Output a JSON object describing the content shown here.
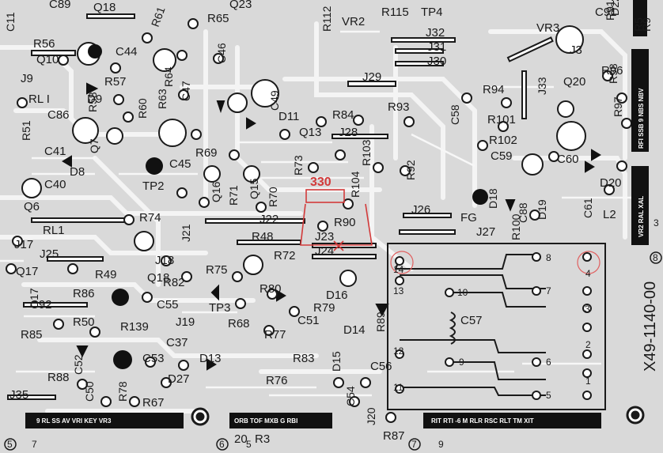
{
  "board": {
    "part_number": "X49-1140-00",
    "component_labels": [
      "C89",
      "Q18",
      "Q23",
      "R65",
      "VR2",
      "R112",
      "R115",
      "TP4",
      "VR3",
      "C91",
      "D22",
      "R5",
      "C11",
      "R56",
      "R61",
      "C44",
      "Q10",
      "J9",
      "R57",
      "J32",
      "J31",
      "J30",
      "J3",
      "R96",
      "D9",
      "R58",
      "R64",
      "C47",
      "C46",
      "J29",
      "R94",
      "J33",
      "Q20",
      "C86",
      "R60",
      "R63",
      "C49",
      "D11",
      "R84",
      "R93",
      "R101",
      "R98",
      "R97",
      "R51",
      "C41",
      "D8",
      "Q7",
      "C45",
      "TP2",
      "R69",
      "Q13",
      "J28",
      "C58",
      "R102",
      "C59",
      "C60",
      "D20",
      "C40",
      "Q16",
      "R71",
      "Q15",
      "R70",
      "R73",
      "R104",
      "R103",
      "R92",
      "D18",
      "FG",
      "L2",
      "C88",
      "R100",
      "D19",
      "C61",
      "Q6",
      "R74",
      "J21",
      "J22",
      "R90",
      "J26",
      "J27",
      "RL1",
      "J17",
      "R48",
      "J23",
      "J24",
      "J25",
      "J18",
      "Q17",
      "R49",
      "R72",
      "Q18",
      "R75",
      "R82",
      "R80",
      "R86",
      "C55",
      "TP3",
      "R79",
      "D16",
      "D17",
      "C92",
      "R50",
      "J19",
      "R68",
      "C51",
      "D14",
      "R85",
      "R139",
      "C37",
      "R77",
      "C52",
      "C53",
      "D13",
      "R83",
      "D15",
      "C56",
      "R89",
      "R88",
      "D27",
      "C50",
      "R78",
      "R67",
      "R76",
      "J35",
      "C54",
      "J20",
      "R87",
      "C57",
      "R91",
      "RL I",
      "R9",
      "20",
      "R3"
    ],
    "connector_strips": {
      "bottom_left": "9  RL  SS  AV  VRI KEY VR3",
      "bottom_mid": "ORB TOF MXB  G   RBI",
      "bottom_right": "RIT RTI  -6   M  RLR RSC RLT  TM XIT",
      "right_1": "RFI SSB  9  NBS NBV",
      "right_2": "VR2 RAL XAL"
    },
    "pin_markers": [
      "5",
      "7",
      "6",
      "5",
      "7",
      "9",
      "8",
      "3"
    ],
    "relay_pins": [
      "14",
      "8",
      "4",
      "13",
      "10",
      "7",
      "3",
      "12",
      "9",
      "6",
      "2",
      "11",
      "5",
      "1"
    ],
    "handwritten_note": "330"
  },
  "colors": {
    "board": "#d9d9d9",
    "trace": "#ffffff",
    "ink": "#1a1a1a",
    "note": "#d23a3a"
  }
}
